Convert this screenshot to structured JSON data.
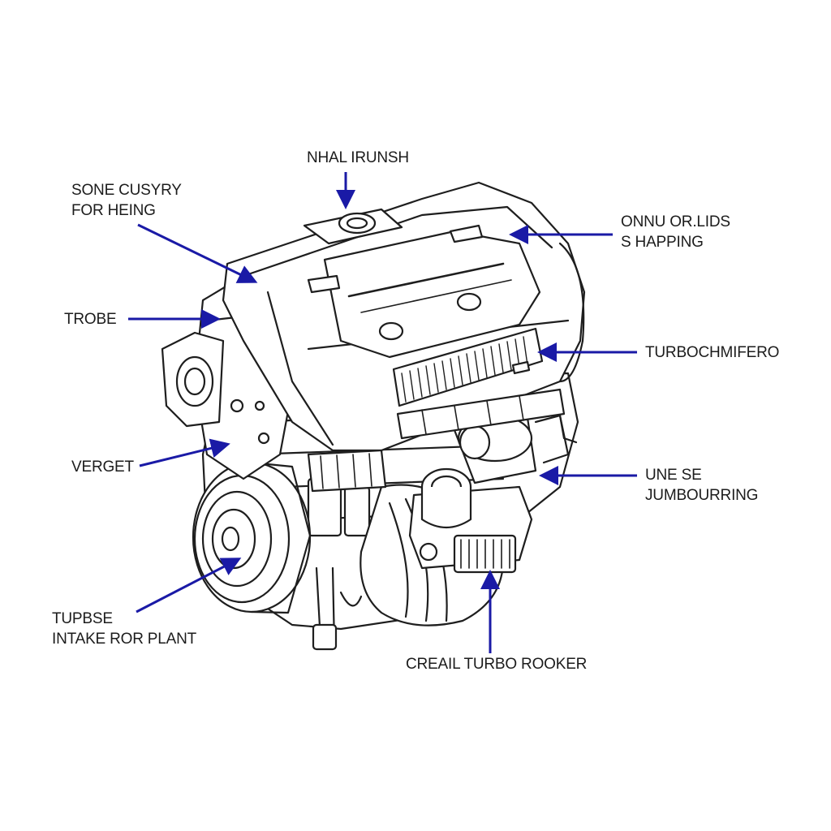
{
  "colors": {
    "arrow": "#1a1aa6",
    "line": "#1e1e1e",
    "text": "#1c1c1c",
    "background": "#ffffff"
  },
  "labels": {
    "top": [
      "NHAL IRUNSH"
    ],
    "top_left": [
      "SONE CUSYRY",
      "FOR HEING"
    ],
    "top_right": [
      "ONNU OR.LIDS",
      "S HAPPING"
    ],
    "trobe": [
      "TROBE"
    ],
    "turbo_right": [
      "TURBOCHMIFERO"
    ],
    "verget": [
      "VERGET"
    ],
    "mid_right": [
      "UNE SE",
      "JUMBOURRING"
    ],
    "bottom_left": [
      "TUPBSE",
      "INTAKE ROR PLANT"
    ],
    "bottom": [
      "CREAIL TURBO ROOKER"
    ]
  }
}
